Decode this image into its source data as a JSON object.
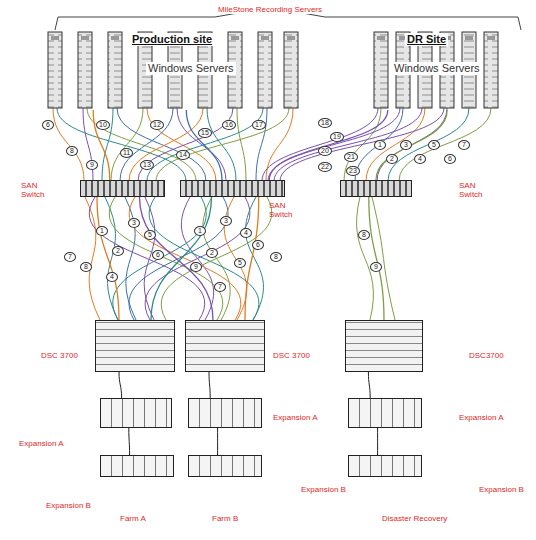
{
  "diagram": {
    "nodes": [
      {
        "text": [
          "Production site",
          "Windows Servers"
        ]
      },
      {
        "text": [
          "DR Site",
          "Windows Servers"
        ]
      },
      {
        "text": [
          "SAN Switch"
        ]
      },
      {
        "text": [
          "SAN Switch"
        ]
      },
      {
        "text": [
          "SAN Switch"
        ]
      },
      {
        "text": [
          "DSC 3700"
        ]
      },
      {
        "text": [
          "DSC 3700"
        ]
      },
      {
        "text": [
          "DSC3700"
        ]
      },
      {
        "text": [
          "Expansion A"
        ]
      },
      {
        "text": [
          "Expansion A"
        ]
      },
      {
        "text": [
          "Expansion A"
        ]
      },
      {
        "text": [
          "Expansion B"
        ]
      },
      {
        "text": [
          "Expansion B"
        ]
      },
      {
        "text": [
          "Expansion B"
        ]
      }
    ],
    "edges": [
      {
        "from": 0,
        "to": 2,
        "arrow": "none"
      },
      {
        "from": 0,
        "to": 3,
        "arrow": "none"
      },
      {
        "from": 1,
        "to": 3,
        "arrow": "none"
      },
      {
        "from": 1,
        "to": 4,
        "arrow": "none"
      },
      {
        "from": 2,
        "to": 5,
        "arrow": "none"
      },
      {
        "from": 2,
        "to": 6,
        "arrow": "none"
      },
      {
        "from": 3,
        "to": 5,
        "arrow": "none"
      },
      {
        "from": 3,
        "to": 6,
        "arrow": "none"
      },
      {
        "from": 4,
        "to": 7,
        "arrow": "none"
      },
      {
        "from": 5,
        "to": 8,
        "arrow": "none"
      },
      {
        "from": 6,
        "to": 9,
        "arrow": "none"
      },
      {
        "from": 7,
        "to": 10,
        "arrow": "none"
      },
      {
        "from": 8,
        "to": 11,
        "arrow": "none"
      },
      {
        "from": 9,
        "to": 12,
        "arrow": "none"
      },
      {
        "from": 10,
        "to": 13,
        "arrow": "none"
      }
    ],
    "labels": [
      "MileStone Recording Servers",
      "6",
      "8",
      "9",
      "10",
      "11",
      "12",
      "13",
      "14",
      "15",
      "16",
      "17",
      "18",
      "19",
      "20",
      "21",
      "22",
      "23",
      "1",
      "2",
      "3",
      "4",
      "5",
      "6",
      "7",
      "1",
      "2",
      "3",
      "4",
      "5",
      "6",
      "7",
      "8",
      "1",
      "2",
      "3",
      "4",
      "5",
      "6",
      "7",
      "8",
      "9",
      "8",
      "9",
      "Farm A",
      "Farm B",
      "Disaster Recovery"
    ]
  }
}
